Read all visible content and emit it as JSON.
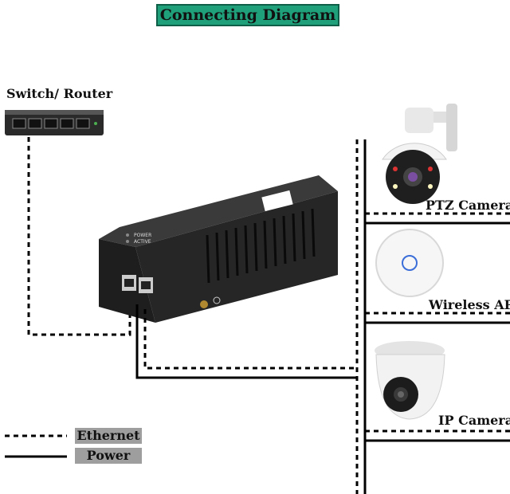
{
  "title": "Connecting Diagram",
  "devices": {
    "switch": "Switch/ Router",
    "ptz": "PTZ Camera",
    "ap": "Wireless AP",
    "ip": "IP Camera"
  },
  "injector": {
    "power_led": "POWER",
    "active_led": "ACTIVE"
  },
  "legend": {
    "ethernet": "Ethernet",
    "power": "Power"
  },
  "colors": {
    "title_bg": "#1fa07a",
    "legend_bg": "#9e9e9e",
    "line": "#000000"
  }
}
